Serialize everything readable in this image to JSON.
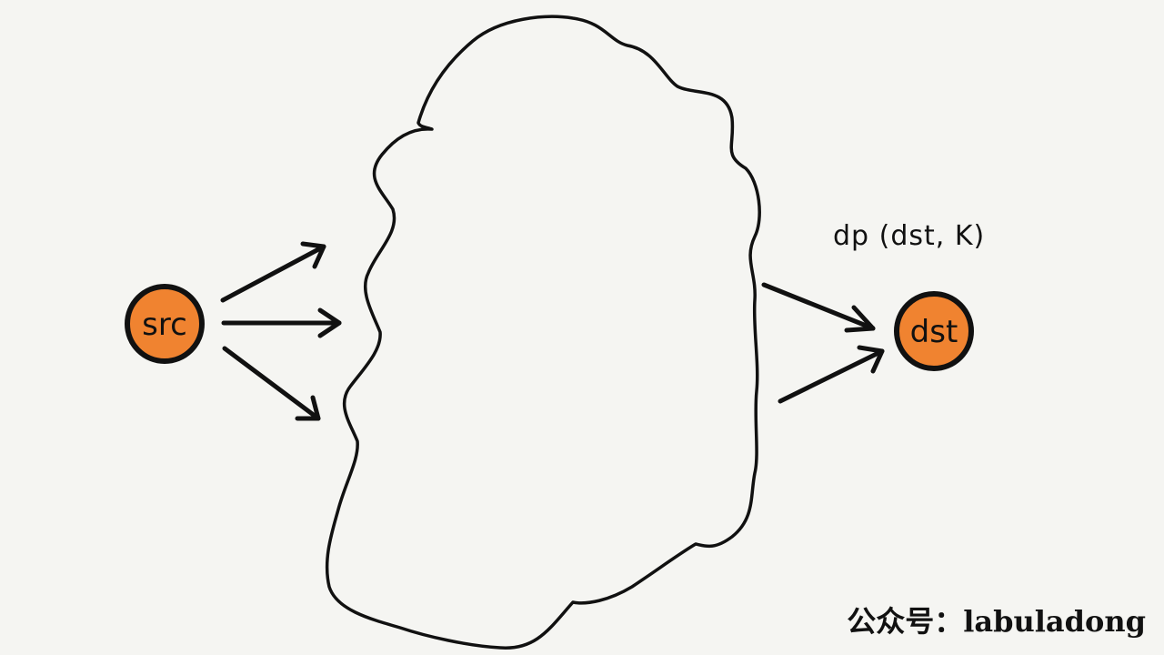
{
  "nodes": {
    "source": "src",
    "destination": "dst"
  },
  "annotation": "dp (dst, K)",
  "watermark": "公众号：labuladong",
  "colors": {
    "node_fill": "#f08330",
    "stroke": "#111111",
    "background": "#f5f5f2"
  }
}
